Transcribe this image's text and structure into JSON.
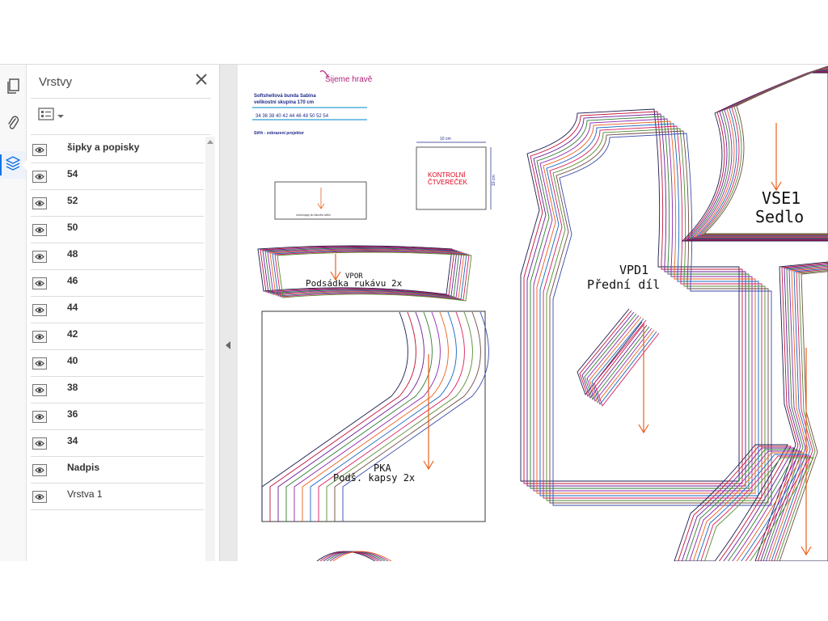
{
  "panel": {
    "title": "Vrstvy",
    "layers": [
      {
        "name": "šipky a popisky",
        "bold": true
      },
      {
        "name": "54",
        "bold": true
      },
      {
        "name": "52",
        "bold": true
      },
      {
        "name": "50",
        "bold": true
      },
      {
        "name": "48",
        "bold": true
      },
      {
        "name": "46",
        "bold": true
      },
      {
        "name": "44",
        "bold": true
      },
      {
        "name": "42",
        "bold": true
      },
      {
        "name": "40",
        "bold": true
      },
      {
        "name": "38",
        "bold": true
      },
      {
        "name": "36",
        "bold": true
      },
      {
        "name": "34",
        "bold": true
      },
      {
        "name": "Nadpis",
        "bold": true
      },
      {
        "name": "Vrstva 1",
        "bold": false
      }
    ]
  },
  "rail": {
    "icons": [
      "pages-icon",
      "attachment-icon",
      "layers-icon"
    ]
  },
  "document": {
    "logo": "Šijeme hravě",
    "header": {
      "line1": "Softshellová bunda Sabina",
      "line2": "velikostní skupina 170  cm",
      "sizes": "34  36  38  40  42  44  46  48  50  52  54",
      "line3": "Střih - zobrazení projektor"
    },
    "control_square": {
      "width_label": "10 cm",
      "height_label": "10 cm",
      "text1": "KONTROLNÍ",
      "text2": "ČTVEREČEK"
    },
    "small_box_text": "Linka kapsy do hlavního střihu",
    "pieces": {
      "vpor_code": "VPOR",
      "vpor_name": "Podsádka rukávu 2x",
      "pka_code": "PKA",
      "pka_name": "Podš. kapsy 2x",
      "vpd_code": "VPD1",
      "vpd_name": "Přední díl",
      "vse_code": "VSE1",
      "vse_name": "Sedlo"
    },
    "colors": {
      "accent": "#1473e6",
      "arrow": "#e8601c",
      "control_text": "#e2001a",
      "header_text": "#1f2a8a",
      "logo": "#b0207a"
    }
  }
}
